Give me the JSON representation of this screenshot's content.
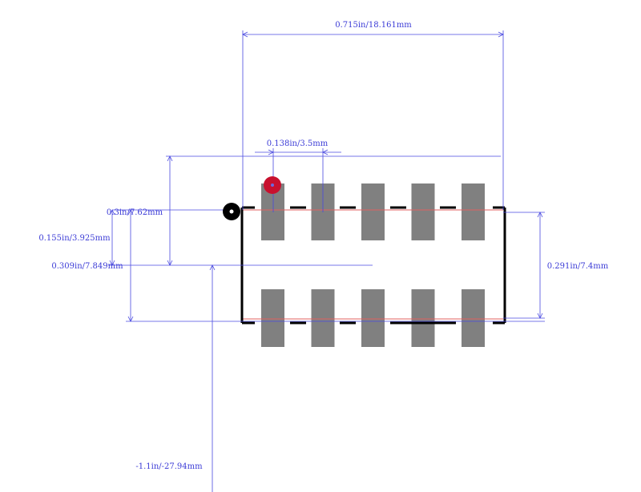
{
  "colors": {
    "dimension": "#4a4ae0",
    "pad": "#808080",
    "outline": "#000000",
    "pin1_marker": "#c8102e",
    "origin_marker": "#000000",
    "centerline": "#e06060"
  },
  "dimensions": {
    "overall_width": "0.715in/18.161mm",
    "pitch": "0.138in/3.5mm",
    "row_span": "0.3in/7.62mm",
    "pad_length": "0.155in/3.925mm",
    "pad_span": "0.309in/7.849mm",
    "body_height": "0.291in/7.4mm",
    "origin_offset": "-1.1in/-27.94mm"
  },
  "footprint": {
    "pads_per_row": 5,
    "rows": 2
  }
}
